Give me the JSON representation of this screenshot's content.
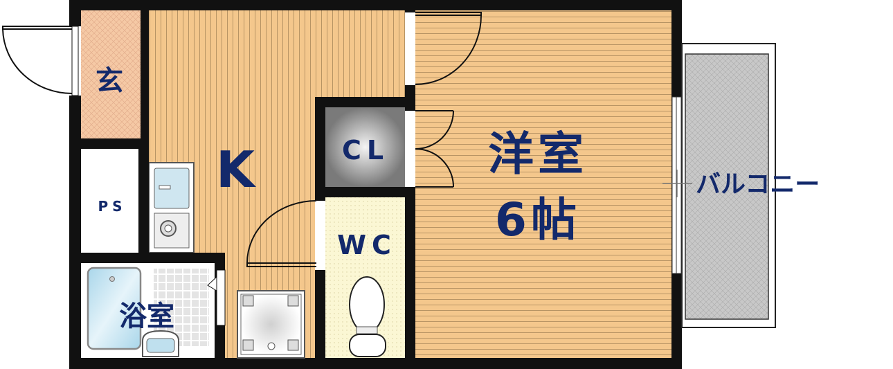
{
  "floorplan": {
    "rooms": {
      "entrance": "玄",
      "kitchen": "K",
      "pipe_space": "PS",
      "bathroom": "浴室",
      "closet": "CL",
      "toilet": "WC",
      "western_room": "洋室",
      "western_room_size": "6帖",
      "balcony": "バルコニー"
    },
    "colors": {
      "wall": "#111111",
      "label": "#13296b",
      "floor_wood": "#f4c78c",
      "entrance_floor": "#f5c9a5",
      "toilet_floor": "#fbf7d4",
      "balcony_fill": "#c8c8c8"
    }
  }
}
